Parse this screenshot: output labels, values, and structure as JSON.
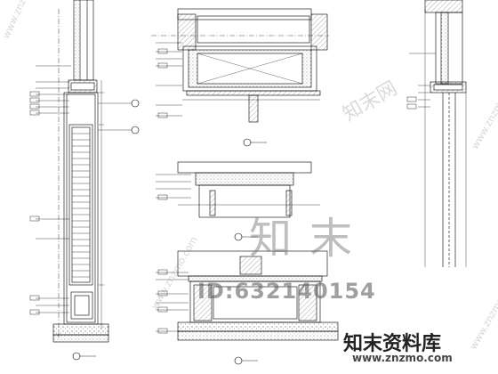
{
  "watermarks": {
    "big_cn": "知末",
    "id_text": "ID:632140154",
    "brand_cn": "知末资料库",
    "brand_url": "www.znzmo.com",
    "small_cn": "知末网",
    "url_left": "www.znzmo.com",
    "url_mid": "www.znzmo.com",
    "url_right": "www.znzmo.com",
    "url_br": "www.znzmo.com"
  }
}
